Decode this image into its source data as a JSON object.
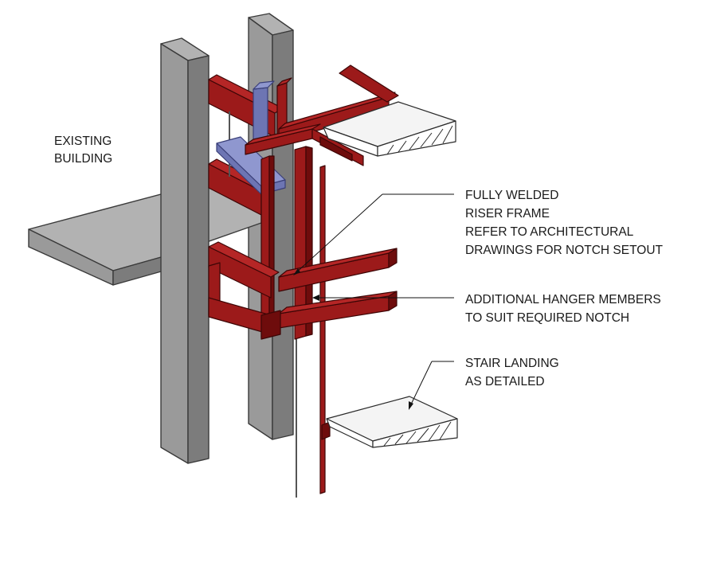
{
  "labels": {
    "existing_building": [
      "EXISTING",
      "BUILDING"
    ],
    "riser_frame": [
      "FULLY WELDED",
      "RISER FRAME",
      "REFER TO ARCHITECTURAL",
      "DRAWINGS FOR NOTCH SETOUT"
    ],
    "hanger_members": [
      "ADDITIONAL HANGER MEMBERS",
      "TO SUIT REQUIRED NOTCH"
    ],
    "stair_landing": [
      "STAIR LANDING",
      "AS DETAILED"
    ]
  },
  "colors": {
    "concrete": "#9a9a9a",
    "steel": "#9c1a1a",
    "bracket": "#8f97cf",
    "landing": "#f4f4f4"
  }
}
